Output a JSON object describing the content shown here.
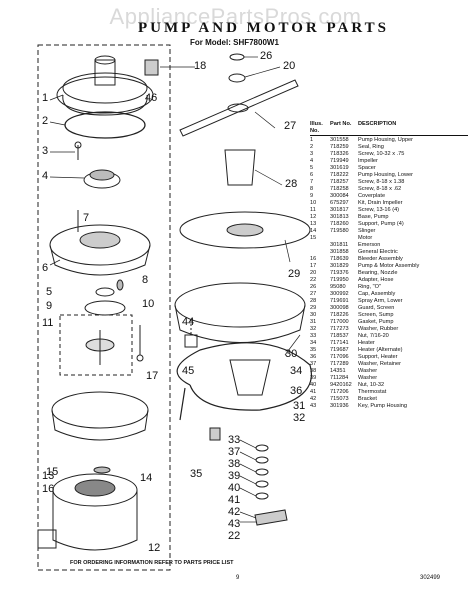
{
  "watermark": "AppliancePartsPros.com",
  "title": "PUMP AND MOTOR PARTS",
  "model_line": "For Model: SHF7800W1",
  "callouts_left": [
    "1",
    "2",
    "3",
    "4",
    "5",
    "6",
    "7",
    "8",
    "9",
    "10",
    "11",
    "12",
    "13",
    "14",
    "15",
    "16",
    "17",
    "18",
    "44",
    "45",
    "46"
  ],
  "callouts_right": [
    "20",
    "22",
    "26",
    "27",
    "28",
    "29",
    "30",
    "31",
    "32",
    "33",
    "34",
    "35",
    "36",
    "37",
    "38",
    "39",
    "40",
    "41",
    "42",
    "43"
  ],
  "table": {
    "headers": {
      "illus": "Illus. No.",
      "part": "Part No.",
      "desc": "DESCRIPTION"
    },
    "rows": [
      {
        "n": "1",
        "p": "301558",
        "d": "Pump Housing, Upper"
      },
      {
        "n": "2",
        "p": "718259",
        "d": "Seal, Ring"
      },
      {
        "n": "3",
        "p": "718326",
        "d": "Screw, 10-32 x .75"
      },
      {
        "n": "4",
        "p": "719949",
        "d": "Impeller"
      },
      {
        "n": "5",
        "p": "301619",
        "d": "Spacer"
      },
      {
        "n": "6",
        "p": "718222",
        "d": "Pump Housing, Lower"
      },
      {
        "n": "7",
        "p": "718257",
        "d": "Screw, 8-18 x 1.38"
      },
      {
        "n": "8",
        "p": "718258",
        "d": "Screw, 8-18 x .62"
      },
      {
        "n": "9",
        "p": "300084",
        "d": "Coverplate"
      },
      {
        "n": "10",
        "p": "675297",
        "d": "Kit, Drain Impeller"
      },
      {
        "n": "11",
        "p": "301817",
        "d": "Screw, 13-16 (4)"
      },
      {
        "n": "12",
        "p": "301813",
        "d": "Base, Pump"
      },
      {
        "n": "13",
        "p": "718260",
        "d": "Support, Pump (4)"
      },
      {
        "n": "14",
        "p": "719580",
        "d": "Slinger"
      },
      {
        "n": "15",
        "p": "",
        "d": "Motor"
      },
      {
        "n": "",
        "p": "301811",
        "d": "Emerson"
      },
      {
        "n": "",
        "p": "301858",
        "d": "General Electric"
      },
      {
        "n": "16",
        "p": "718639",
        "d": "Bleeder Assembly"
      },
      {
        "n": "17",
        "p": "301829",
        "d": "Pump & Motor Assembly"
      },
      {
        "n": "20",
        "p": "719376",
        "d": "Bearing, Nozzle"
      },
      {
        "n": "22",
        "p": "719950",
        "d": "Adapter, Hose"
      },
      {
        "n": "26",
        "p": "95080",
        "d": "Ring, \"O\""
      },
      {
        "n": "27",
        "p": "300992",
        "d": "Cap, Assembly"
      },
      {
        "n": "28",
        "p": "719691",
        "d": "Spray Arm, Lower"
      },
      {
        "n": "29",
        "p": "300098",
        "d": "Guard, Screen"
      },
      {
        "n": "30",
        "p": "718226",
        "d": "Screen, Sump"
      },
      {
        "n": "31",
        "p": "717000",
        "d": "Gasket, Pump"
      },
      {
        "n": "32",
        "p": "717273",
        "d": "Washer, Rubber"
      },
      {
        "n": "33",
        "p": "718537",
        "d": "Nut, 7/16-20"
      },
      {
        "n": "34",
        "p": "717141",
        "d": "Heater"
      },
      {
        "n": "35",
        "p": "719687",
        "d": "Heater (Alternate)"
      },
      {
        "n": "36",
        "p": "717096",
        "d": "Support, Heater"
      },
      {
        "n": "37",
        "p": "717289",
        "d": "Washer, Retainer"
      },
      {
        "n": "38",
        "p": "14351",
        "d": "Washer"
      },
      {
        "n": "39",
        "p": "711284",
        "d": "Washer"
      },
      {
        "n": "40",
        "p": "9420162",
        "d": "Nut, 10-32"
      },
      {
        "n": "41",
        "p": "717206",
        "d": "Thermostat"
      },
      {
        "n": "42",
        "p": "715073",
        "d": "Bracket"
      },
      {
        "n": "43",
        "p": "301936",
        "d": "Key, Pump Housing"
      }
    ]
  },
  "footer": "FOR ORDERING INFORMATION REFER TO PARTS PRICE LIST",
  "page_number": "9",
  "doc_number": "302499"
}
